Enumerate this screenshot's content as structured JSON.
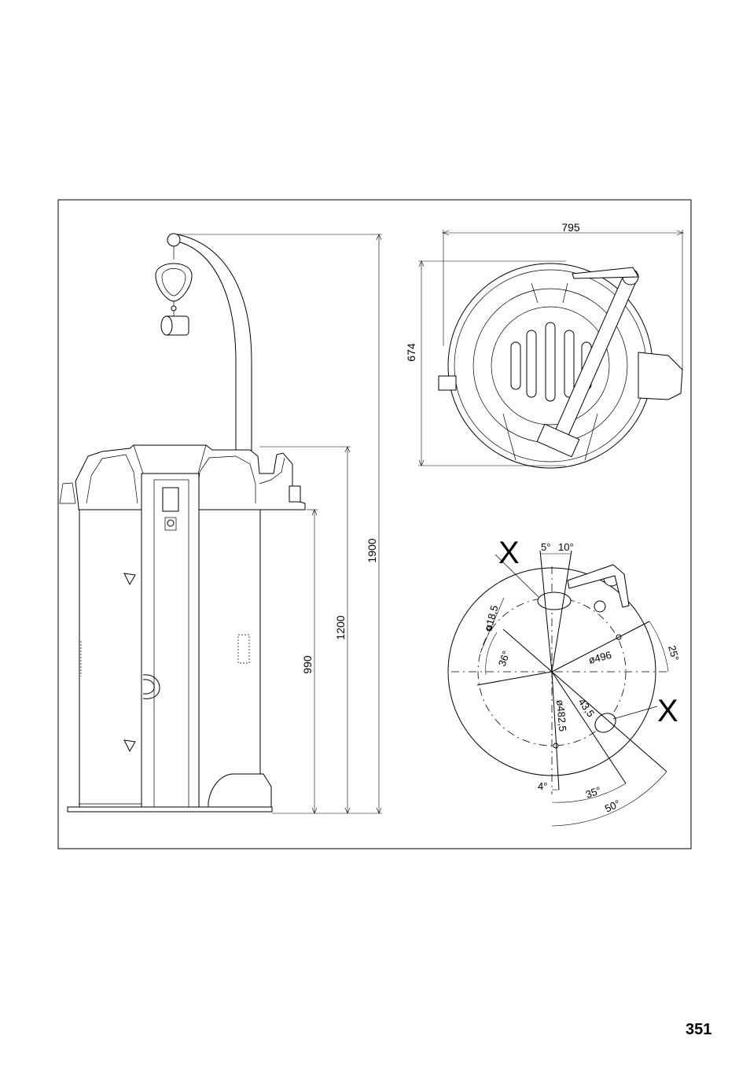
{
  "page_number": "351",
  "side_view": {
    "dim_height_total": "1900",
    "dim_height_bowl": "1200",
    "dim_height_column": "990"
  },
  "top_view": {
    "dim_width": "795",
    "dim_depth": "674"
  },
  "detail_view": {
    "marker_left": "X",
    "marker_right": "X",
    "angle_5": "5°",
    "angle_10": "10°",
    "angle_25": "25°",
    "angle_36": "36°",
    "angle_4": "4°",
    "angle_35": "35°",
    "angle_50": "50°",
    "dia_18_5": "ø18,5",
    "dia_496": "ø496",
    "dia_482_5": "ø482,5",
    "len_43_5": "43,5"
  }
}
